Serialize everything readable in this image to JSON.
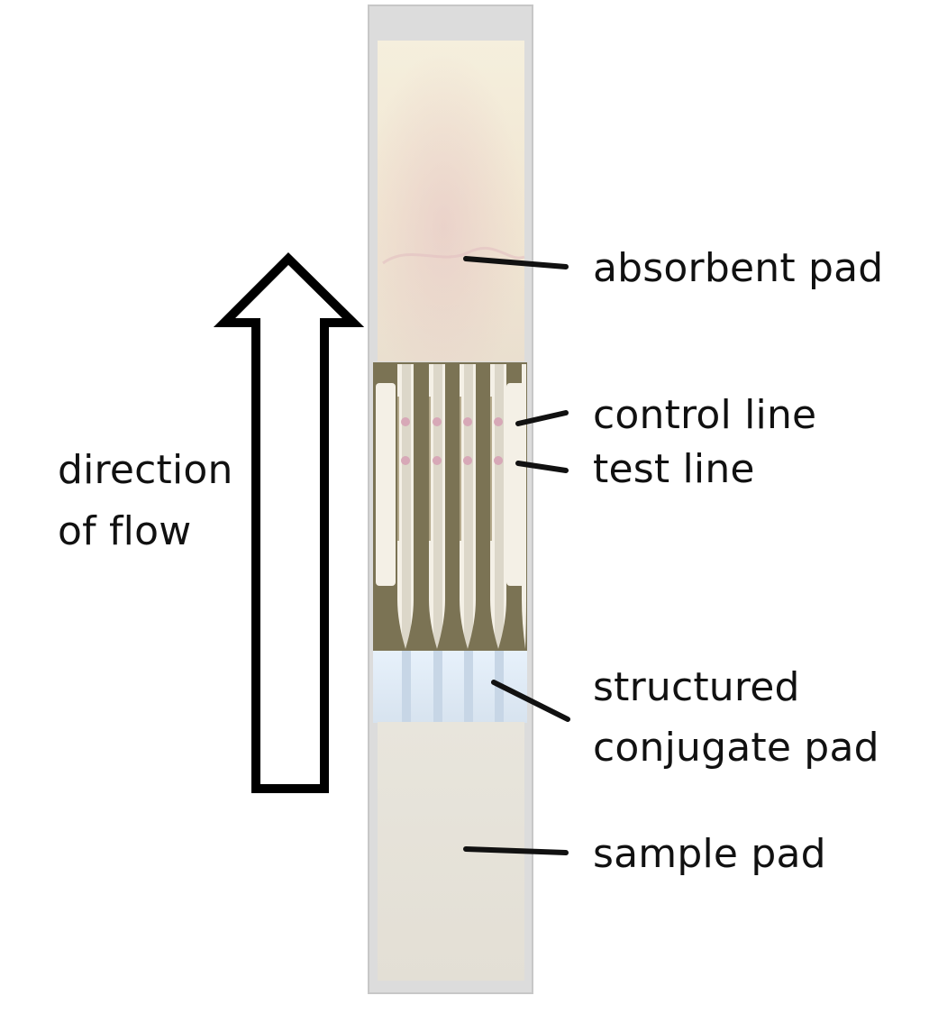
{
  "labels": {
    "absorbent_pad": "absorbent pad",
    "control_line": "control line",
    "test_line": "test line",
    "structured_conjugate_pad_line1": "structured",
    "structured_conjugate_pad_line2": "conjugate pad",
    "sample_pad": "sample pad",
    "direction_of_flow_line1": "direction",
    "direction_of_flow_line2": "of flow"
  },
  "colors": {
    "background": "#ffffff",
    "strip_backing": "#dcdcdc",
    "absorbent_pad": "#f3ead7",
    "absorbent_stain": "#e9c9c6",
    "membrane_frame": "#7b7354",
    "membrane_channel": "#f4f0e6",
    "line_marker": "#d7a8b7",
    "conjugate_pad": "#d9e4f0",
    "sample_pad": "#e7e3da",
    "leader_lines": "#111111",
    "arrow_outline": "#000000",
    "arrow_fill": "#ffffff"
  },
  "channel_count": 5
}
